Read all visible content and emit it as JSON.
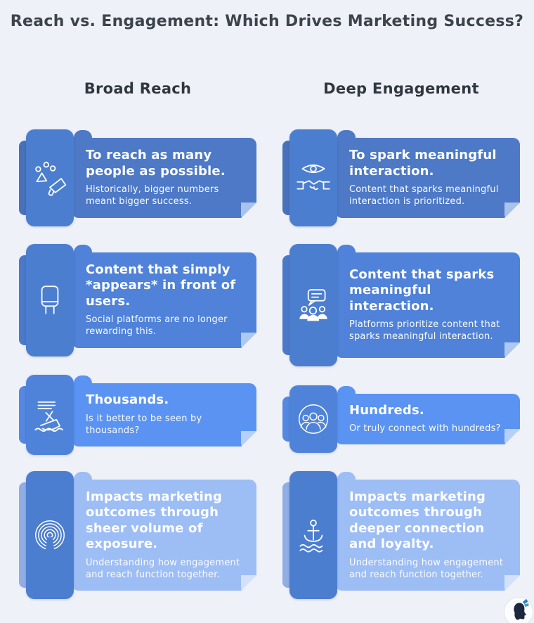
{
  "header": {
    "title": "Reach vs. Engagement: Which Drives Marketing Success?"
  },
  "columns": [
    {
      "label": "Broad Reach"
    },
    {
      "label": "Deep Engagement"
    }
  ],
  "cards": [
    {
      "column": "Broad Reach",
      "icon": "megaphone-icon",
      "heading": "To reach as many people as possible.",
      "body": "Historically, bigger numbers meant bigger success.",
      "banner_color": "#4d79c6",
      "tab_color": "#4c7ecf",
      "fold_color": "#aac3ec"
    },
    {
      "column": "Deep Engagement",
      "icon": "handshake-eye-icon",
      "heading": "To spark meaningful interaction.",
      "body": "Content that sparks meaningful interaction is prioritized.",
      "banner_color": "#4d79c6",
      "tab_color": "#4c7ecf",
      "fold_color": "#aac3ec"
    },
    {
      "column": "Broad Reach",
      "icon": "billboard-icon",
      "heading": "Content that simply *appears* in front of users.",
      "body": "Social platforms are no longer rewarding this.",
      "banner_color": "#4f82d8",
      "tab_color": "#4c7ecf",
      "fold_color": "#aec9f1"
    },
    {
      "column": "Deep Engagement",
      "icon": "group-discussion-icon",
      "heading": "Content that sparks meaningful interaction.",
      "body": "Platforms prioritize content that sparks meaningful interaction.",
      "banner_color": "#4f82d8",
      "tab_color": "#4c7ecf",
      "fold_color": "#aec9f1"
    },
    {
      "column": "Broad Reach",
      "icon": "sinking-ship-icon",
      "heading": "Thousands.",
      "body": "Is it better to be seen by thousands?",
      "banner_color": "#5a93f2",
      "tab_color": "#4f83da",
      "fold_color": "#b6d0fa"
    },
    {
      "column": "Deep Engagement",
      "icon": "community-circle-icon",
      "heading": "Hundreds.",
      "body": "Or truly connect with hundreds?",
      "banner_color": "#5a93f2",
      "tab_color": "#4f83da",
      "fold_color": "#b6d0fa"
    },
    {
      "column": "Broad Reach",
      "icon": "radar-circles-icon",
      "heading": "Impacts marketing outcomes through sheer volume of exposure.",
      "body": "Understanding how engagement and reach function together.",
      "banner_color": "#9dbdf5",
      "tab_color": "#4c7ecf",
      "fold_color": "#d3e1fb"
    },
    {
      "column": "Deep Engagement",
      "icon": "anchor-icon",
      "heading": "Impacts marketing outcomes through deeper connection and loyalty.",
      "body": "Understanding how engagement and reach function together.",
      "banner_color": "#9dbdf5",
      "tab_color": "#4c7ecf",
      "fold_color": "#d3e1fb"
    }
  ],
  "colors": {
    "background": "#eef1f8",
    "title_text": "#3c434b",
    "card_text": "#ffffff"
  },
  "logo": {
    "name": "woman-butterfly-brand-mark"
  }
}
